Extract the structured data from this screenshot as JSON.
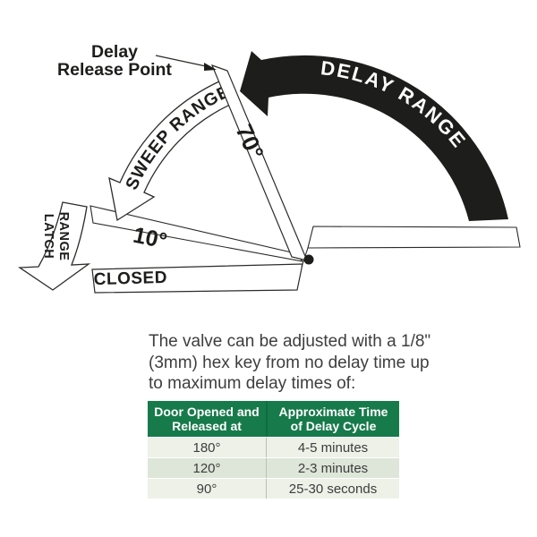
{
  "diagram": {
    "pointer_label": {
      "line1": "Delay",
      "line2": "Release Point"
    },
    "arc_labels": {
      "sweep": "SWEEP RANGE",
      "delay": "DELAY RANGE"
    },
    "latch_label": {
      "line1": "LATCH",
      "line2": "RANGE"
    },
    "angles": {
      "sweep_bar": "70°",
      "latch_bar": "10°"
    },
    "closed_label": "CLOSED",
    "colors": {
      "band_black": "#1d1d1b",
      "outline": "#2b2b29"
    }
  },
  "description": {
    "line1": "The valve can be adjusted with a 1/8\"",
    "line2": "(3mm) hex key from no delay time up",
    "line3": "to maximum delay times of:"
  },
  "table": {
    "header": {
      "col1_line1": "Door Opened and",
      "col1_line2": "Released at",
      "col2_line1": "Approximate Time",
      "col2_line2": "of Delay Cycle"
    },
    "rows": [
      {
        "angle": "180°",
        "time": "4-5 minutes"
      },
      {
        "angle": "120°",
        "time": "2-3 minutes"
      },
      {
        "angle": "90°",
        "time": "25-30 seconds"
      }
    ],
    "colors": {
      "header_bg": "#177a4b",
      "row_light": "#edf1e7",
      "row_alt": "#dde6d8"
    }
  }
}
